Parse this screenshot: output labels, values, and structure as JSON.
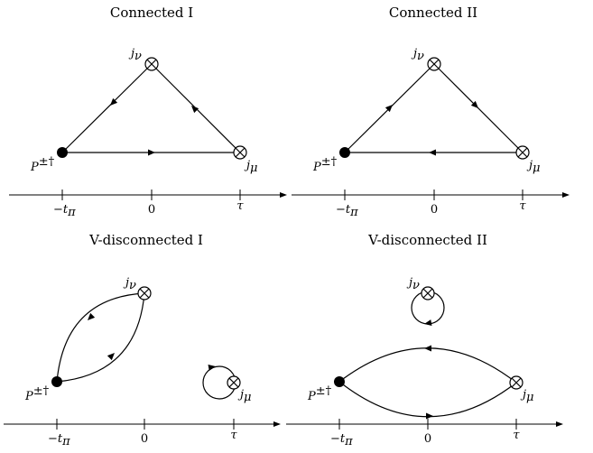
{
  "panels": [
    {
      "title": "Connected I",
      "source_label": "P",
      "source_sup": "±†",
      "nu_label": "j",
      "nu_sub": "ν",
      "mu_label": "j",
      "mu_sub": "μ",
      "ticks": [
        "−t",
        "0",
        "τ"
      ],
      "tick_sub": "π"
    },
    {
      "title": "Connected II",
      "source_label": "P",
      "source_sup": "±†",
      "nu_label": "j",
      "nu_sub": "ν",
      "mu_label": "j",
      "mu_sub": "μ",
      "ticks": [
        "−t",
        "0",
        "τ"
      ],
      "tick_sub": "π"
    },
    {
      "title": "V-disconnected I",
      "source_label": "P",
      "source_sup": "±†",
      "nu_label": "j",
      "nu_sub": "ν",
      "mu_label": "j",
      "mu_sub": "μ",
      "ticks": [
        "−t",
        "0",
        "τ"
      ],
      "tick_sub": "π"
    },
    {
      "title": "V-disconnected II",
      "source_label": "P",
      "source_sup": "±†",
      "nu_label": "j",
      "nu_sub": "ν",
      "mu_label": "j",
      "mu_sub": "μ",
      "ticks": [
        "−t",
        "0",
        "τ"
      ],
      "tick_sub": "π"
    }
  ]
}
